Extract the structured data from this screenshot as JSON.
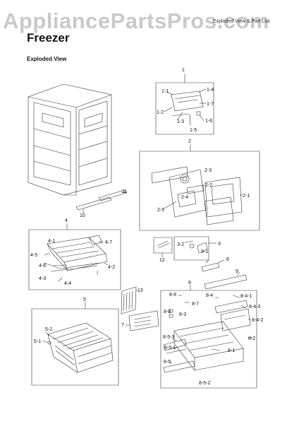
{
  "watermark": "AppliancePartsPros.com",
  "header_right": "Exploded View & Part List",
  "title": "Freezer",
  "subtitle": "Exploded View",
  "callouts": {
    "g1": "1",
    "g1_1": "1-1",
    "g1_2": "1-2",
    "g1_3": "1-3",
    "g1_4": "1-4",
    "g1_5": "1-5",
    "g1_6": "1-6",
    "g1_7": "1-7",
    "g2": "2",
    "g2_1": "2-1",
    "g2_2": "2-2",
    "g2_3": "2-3",
    "g2_4": "2-4",
    "g2_5": "2-5",
    "g3": "3",
    "g3_1": "3-1",
    "g3_2": "3-2",
    "g4": "4",
    "g4_1": "4-1",
    "g4_2": "4-2",
    "g4_3": "4-3",
    "g4_4": "4-4",
    "g4_5": "4-5",
    "g4_6": "4-6",
    "g4_7": "4-7",
    "g5": "5",
    "g5_1": "5-1",
    "g5_2": "5-2",
    "g6": "6",
    "g7": "7",
    "g8": "8",
    "g8_1": "8-1",
    "g8_2": "8-2",
    "g8_3": "8-3",
    "g8_4": "8-4",
    "g8_4_1": "8-4-1",
    "g8_4_2": "8-4-2",
    "g8_4_3": "8-4-3",
    "g8_5": "8-5",
    "g8_5_1": "8-5-1",
    "g8_5_2": "8-5-2",
    "g8_5_3": "8-5-3",
    "g8_6": "8-6",
    "g8_7": "8-7",
    "g8_8": "8-8",
    "g9": "9",
    "g10": "10",
    "g11": "11",
    "g12": "12",
    "g13": "13"
  }
}
